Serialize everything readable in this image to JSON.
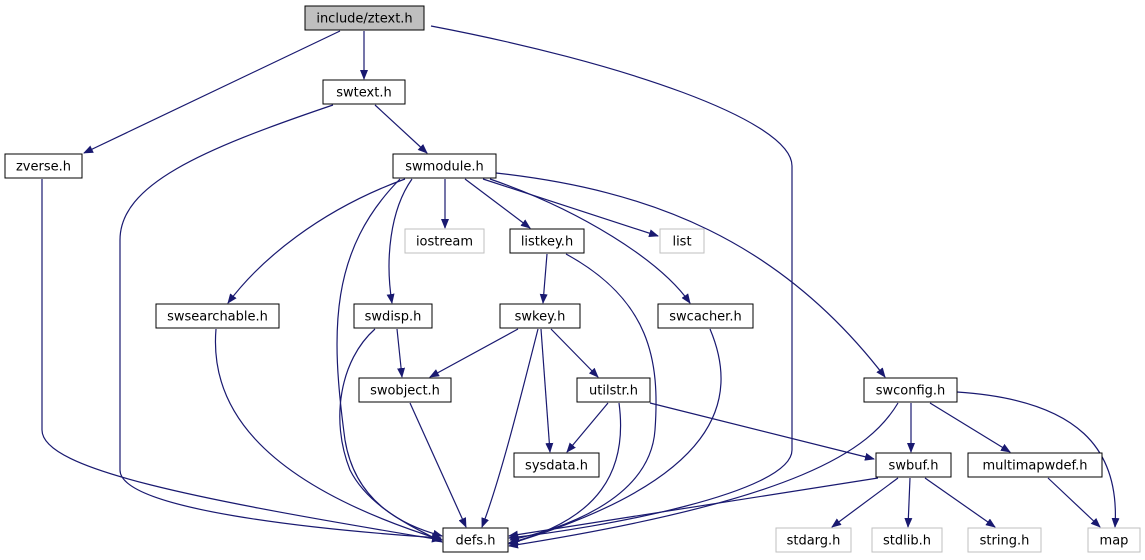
{
  "diagram": {
    "nodes": [
      {
        "id": "ztext",
        "label": "include/ztext.h",
        "style": "root"
      },
      {
        "id": "swtext",
        "label": "swtext.h",
        "style": "internal"
      },
      {
        "id": "zverse",
        "label": "zverse.h",
        "style": "internal"
      },
      {
        "id": "swmodule",
        "label": "swmodule.h",
        "style": "internal"
      },
      {
        "id": "iostream",
        "label": "iostream",
        "style": "external"
      },
      {
        "id": "listkey",
        "label": "listkey.h",
        "style": "internal"
      },
      {
        "id": "list",
        "label": "list",
        "style": "external"
      },
      {
        "id": "swsearchable",
        "label": "swsearchable.h",
        "style": "internal"
      },
      {
        "id": "swdisp",
        "label": "swdisp.h",
        "style": "internal"
      },
      {
        "id": "swkey",
        "label": "swkey.h",
        "style": "internal"
      },
      {
        "id": "swcacher",
        "label": "swcacher.h",
        "style": "internal"
      },
      {
        "id": "swobject",
        "label": "swobject.h",
        "style": "internal"
      },
      {
        "id": "utilstr",
        "label": "utilstr.h",
        "style": "internal"
      },
      {
        "id": "swconfig",
        "label": "swconfig.h",
        "style": "internal"
      },
      {
        "id": "sysdata",
        "label": "sysdata.h",
        "style": "internal"
      },
      {
        "id": "swbuf",
        "label": "swbuf.h",
        "style": "internal"
      },
      {
        "id": "multimapwdef",
        "label": "multimapwdef.h",
        "style": "internal"
      },
      {
        "id": "defs",
        "label": "defs.h",
        "style": "internal"
      },
      {
        "id": "stdarg",
        "label": "stdarg.h",
        "style": "external"
      },
      {
        "id": "stdlib",
        "label": "stdlib.h",
        "style": "external"
      },
      {
        "id": "string",
        "label": "string.h",
        "style": "external"
      },
      {
        "id": "map",
        "label": "map",
        "style": "external"
      }
    ],
    "edges": [
      {
        "from": "ztext",
        "to": "swtext"
      },
      {
        "from": "ztext",
        "to": "zverse"
      },
      {
        "from": "ztext",
        "to": "defs"
      },
      {
        "from": "swtext",
        "to": "swmodule"
      },
      {
        "from": "swtext",
        "to": "defs"
      },
      {
        "from": "zverse",
        "to": "defs"
      },
      {
        "from": "swmodule",
        "to": "iostream"
      },
      {
        "from": "swmodule",
        "to": "listkey"
      },
      {
        "from": "swmodule",
        "to": "list"
      },
      {
        "from": "swmodule",
        "to": "swsearchable"
      },
      {
        "from": "swmodule",
        "to": "swdisp"
      },
      {
        "from": "swmodule",
        "to": "swcacher"
      },
      {
        "from": "swmodule",
        "to": "swconfig"
      },
      {
        "from": "swmodule",
        "to": "defs"
      },
      {
        "from": "listkey",
        "to": "swkey"
      },
      {
        "from": "listkey",
        "to": "defs"
      },
      {
        "from": "swsearchable",
        "to": "defs"
      },
      {
        "from": "swdisp",
        "to": "swobject"
      },
      {
        "from": "swdisp",
        "to": "defs"
      },
      {
        "from": "swkey",
        "to": "swobject"
      },
      {
        "from": "swkey",
        "to": "utilstr"
      },
      {
        "from": "swkey",
        "to": "sysdata"
      },
      {
        "from": "swkey",
        "to": "defs"
      },
      {
        "from": "swcacher",
        "to": "defs"
      },
      {
        "from": "swobject",
        "to": "defs"
      },
      {
        "from": "utilstr",
        "to": "sysdata"
      },
      {
        "from": "utilstr",
        "to": "swbuf"
      },
      {
        "from": "utilstr",
        "to": "defs"
      },
      {
        "from": "swconfig",
        "to": "swbuf"
      },
      {
        "from": "swconfig",
        "to": "multimapwdef"
      },
      {
        "from": "swconfig",
        "to": "map"
      },
      {
        "from": "swconfig",
        "to": "defs"
      },
      {
        "from": "swbuf",
        "to": "stdarg"
      },
      {
        "from": "swbuf",
        "to": "stdlib"
      },
      {
        "from": "swbuf",
        "to": "string"
      },
      {
        "from": "swbuf",
        "to": "defs"
      },
      {
        "from": "multimapwdef",
        "to": "map"
      }
    ]
  },
  "colors": {
    "edge": "#191970",
    "root_fill": "#bfbfbf",
    "root_border": "#000000",
    "internal_fill": "#ffffff",
    "internal_border": "#000000",
    "external_fill": "#ffffff",
    "external_border": "#bfbfbf",
    "text": "#000000"
  }
}
